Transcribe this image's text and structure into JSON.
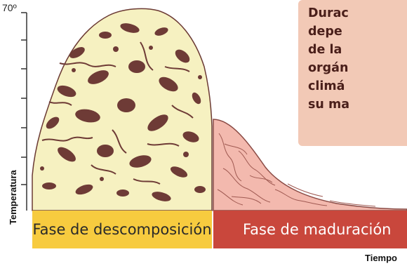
{
  "axes": {
    "y_max_label": "70º",
    "y_label": "Temperatura",
    "x_label": "Tiempo"
  },
  "phases": {
    "decomposition": "Fase de descomposición",
    "maturation": "Fase de maduración"
  },
  "callout": {
    "text": "Durac\ndepe\nde la\norgán\nclimá\nsu ma"
  },
  "colors": {
    "decomposition_bar": "#f7cb3f",
    "maturation_bar": "#c9473c",
    "compost_fill": "#f6f1c1",
    "maturation_fill": "#f3b9ae",
    "texture": "#6e3b36",
    "callout_bg": "#f2c9b6"
  }
}
